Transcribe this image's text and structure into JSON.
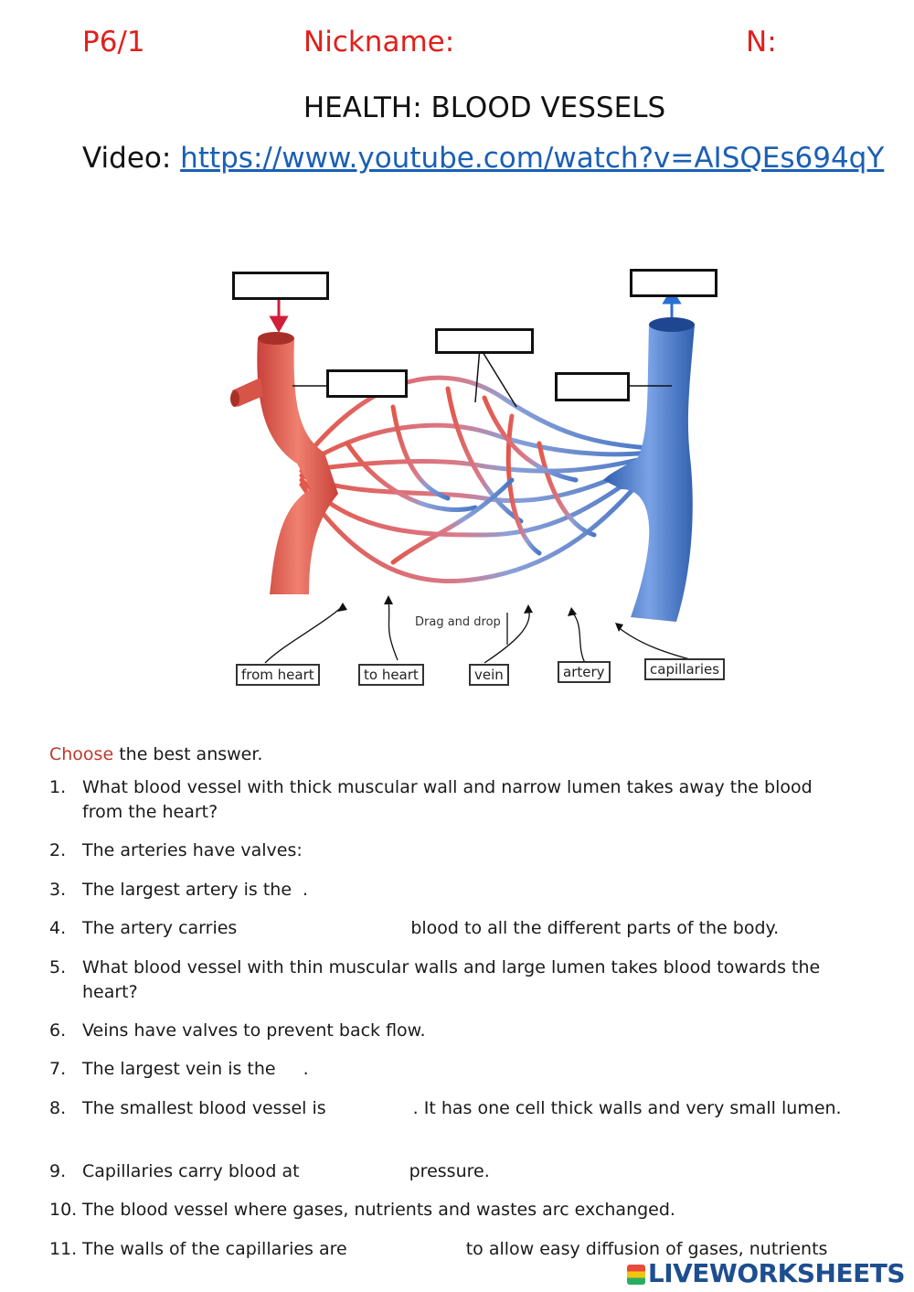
{
  "header": {
    "class_label": "P6/1",
    "nickname_label": "Nickname:",
    "number_label": "N:"
  },
  "title": "HEALTH: BLOOD  VESSELS",
  "video": {
    "label": "Video:",
    "url": "https://www.youtube.com/watch?v=AISQEs694qY"
  },
  "diagram": {
    "drag_hint": "Drag and drop",
    "choices": [
      "from heart",
      "to heart",
      "vein",
      "artery",
      "capillaries"
    ],
    "colors": {
      "artery": "#e2584a",
      "vein": "#4a78c6",
      "arrow_red": "#d11f3a",
      "arrow_blue": "#2a6fd1"
    }
  },
  "instructions": {
    "highlight": "Choose",
    "rest": " the best answer."
  },
  "questions": [
    {
      "num": "1.",
      "text": "What blood vessel with thick muscular wall and narrow lumen takes away the blood from the heart?"
    },
    {
      "num": "2.",
      "text": "The arteries have valves:"
    },
    {
      "num": "3.",
      "pre": "The largest artery is the",
      "post": "."
    },
    {
      "num": "4.",
      "pre": "The artery carries",
      "post": "blood to all the different parts of the body."
    },
    {
      "num": "5.",
      "text": "What blood vessel with thin muscular walls and large lumen takes blood towards the heart?"
    },
    {
      "num": "6.",
      "text": "Veins have valves to prevent back flow."
    },
    {
      "num": "7.",
      "pre": "The largest vein is the",
      "post": "."
    },
    {
      "num": "8.",
      "pre": "The smallest blood vessel is",
      "post": ". It has one cell thick walls and very small lumen."
    },
    {
      "num": "9.",
      "pre": "Capillaries carry blood at",
      "post": "pressure."
    },
    {
      "num": "10.",
      "text": "The blood vessel where gases, nutrients and wastes arc exchanged."
    },
    {
      "num": "11.",
      "pre": "The walls of the capillaries are",
      "post": "to allow easy diffusion of gases, nutrients"
    }
  ],
  "branding": {
    "logo_text": "LIVEWORKSHEETS"
  }
}
